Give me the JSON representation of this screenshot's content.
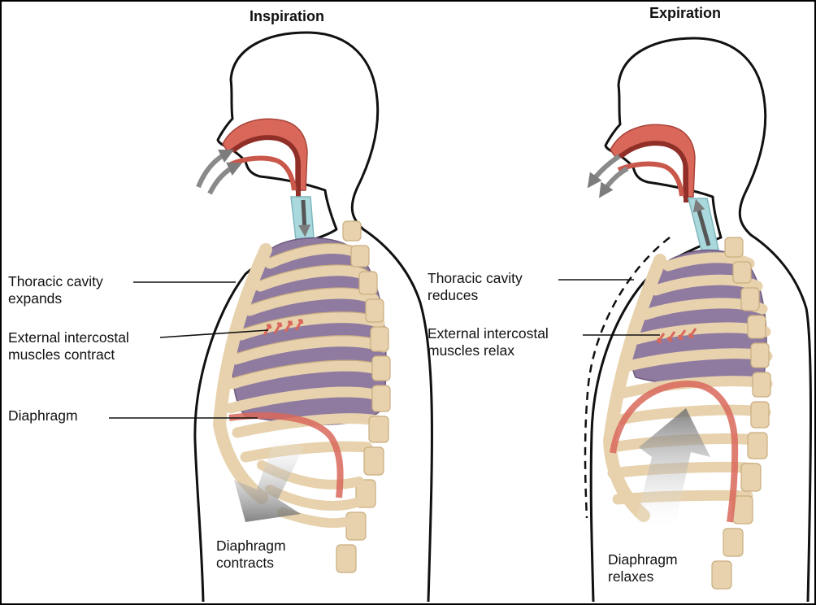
{
  "panels": {
    "inspiration": {
      "title": "Inspiration",
      "labels": {
        "thoracic_cavity": "Thoracic cavity\nexpands",
        "intercostal": "External intercostal\nmuscles  contract",
        "diaphragm": "Diaphragm",
        "diaphragm_action": "Diaphragm\ncontracts"
      }
    },
    "expiration": {
      "title": "Expiration",
      "labels": {
        "thoracic_cavity": "Thoracic cavity\nreduces",
        "intercostal": "External intercostal\nmuscles  relax",
        "diaphragm_action": "Diaphragm\nrelaxes"
      }
    }
  },
  "colors": {
    "airway": "#d9685a",
    "airway_dark": "#8f2f28",
    "trachea": "#a9d8dd",
    "lung": "#8f7aa0",
    "bone": "#e7d2ad",
    "bone_edge": "#c9ae80",
    "arrow": "#8a8a8a",
    "diaphragm": "#d9685a"
  }
}
